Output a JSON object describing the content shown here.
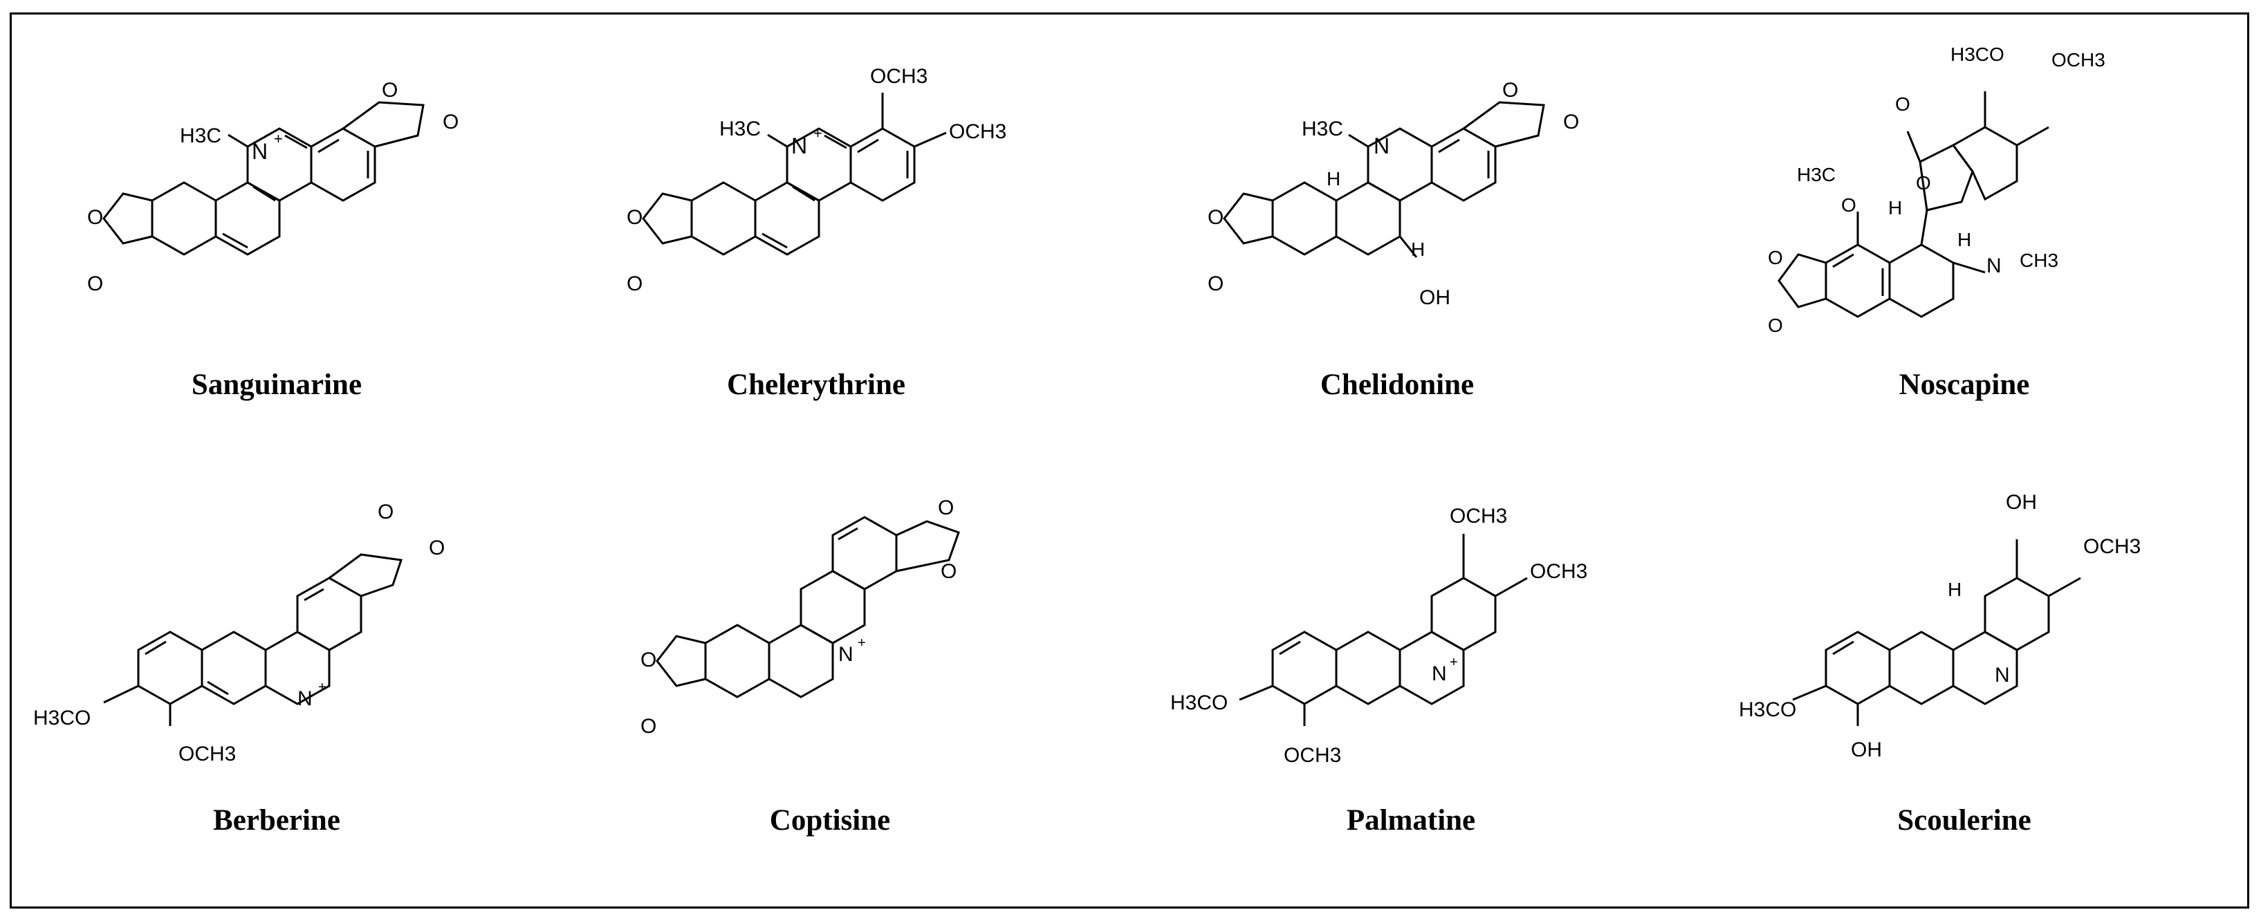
{
  "figure": {
    "compounds": [
      {
        "name": "Sanguinarine",
        "labels": {
          "nme": "H3C",
          "n": "N",
          "o1": "O",
          "o2": "O",
          "o3": "O",
          "o4": "O"
        }
      },
      {
        "name": "Chelerythrine",
        "labels": {
          "nme": "H3C",
          "n": "N",
          "ome1": "OCH3",
          "ome2": "OCH3",
          "o1": "O",
          "o2": "O"
        }
      },
      {
        "name": "Chelidonine",
        "labels": {
          "nme": "H3C",
          "n": "N",
          "o1": "O",
          "o2": "O",
          "o3": "O",
          "o4": "O",
          "h1": "H",
          "h2": "H",
          "oh": "OH"
        }
      },
      {
        "name": "Noscapine",
        "labels": {
          "ome1": "H3CO",
          "ome2": "OCH3",
          "ome3": "H3C",
          "o_methoxy": "O",
          "oketone": "O",
          "olactone": "O",
          "o1": "O",
          "o2": "O",
          "h1": "H",
          "h2": "H",
          "n": "N",
          "nme": "CH3"
        }
      },
      {
        "name": "Berberine",
        "labels": {
          "o1": "O",
          "o2": "O",
          "n": "N",
          "ome1": "H3CO",
          "ome2": "OCH3"
        }
      },
      {
        "name": "Coptisine",
        "labels": {
          "o1": "O",
          "o2": "O",
          "o3": "O",
          "o4": "O",
          "n": "N"
        }
      },
      {
        "name": "Palmatine",
        "labels": {
          "ome1": "OCH3",
          "ome2": "OCH3",
          "ome3": "H3CO",
          "ome4": "OCH3",
          "n": "N"
        }
      },
      {
        "name": "Scoulerine",
        "labels": {
          "oh1": "OH",
          "ome1": "OCH3",
          "h": "H",
          "n": "N",
          "ome2": "H3CO",
          "oh2": "OH"
        }
      }
    ]
  }
}
